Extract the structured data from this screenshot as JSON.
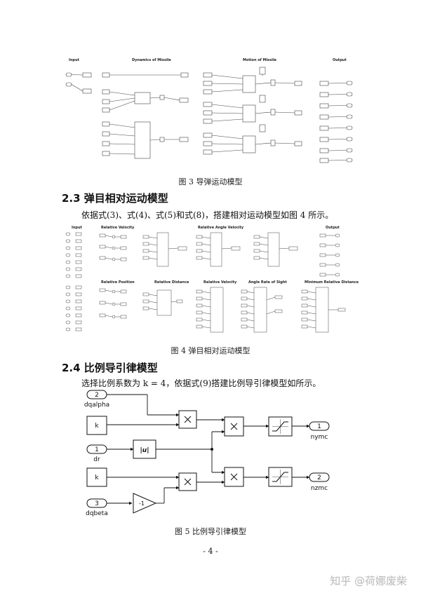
{
  "fig3": {
    "headers": [
      "Input",
      "Dynamics of Missile",
      "Motion of Missile",
      "Output"
    ],
    "caption": "图 3  导弹运动模型"
  },
  "section_2_3": {
    "heading": "2.3 弹目相对运动模型",
    "paragraph": "依据式(3)、式(4)、式(5)和式(8)，搭建相对运动模型如图 4 所示。"
  },
  "fig4": {
    "headers": [
      "Input",
      "Relative Velocity",
      "Relative Angle Velocity",
      "Output",
      "Relative Position",
      "Relative Distance",
      "Relative Velocity",
      "Angle Rate of Sight",
      "Minimum Relative Distance"
    ],
    "caption": "图 4  弹目相对运动模型"
  },
  "section_2_4": {
    "heading": "2.4 比例导引律模型",
    "paragraph": "选择比例系数为 k = 4，依据式(9)搭建比例导引律模型如所示。"
  },
  "fig5": {
    "in1_num": "2",
    "in1_name": "dqalpha",
    "k1": "k",
    "in2_num": "1",
    "in2_name": "dr",
    "abs_label": "|u|",
    "k2": "k",
    "in3_num": "3",
    "in3_name": "dqbeta",
    "gain": "-1",
    "out1_num": "1",
    "out1_name": "nymc",
    "out2_num": "2",
    "out2_name": "nzmc",
    "caption": "图 5  比例导引律模型"
  },
  "page_number": "- 4 -",
  "watermark": "知乎 @荷娜废柴"
}
